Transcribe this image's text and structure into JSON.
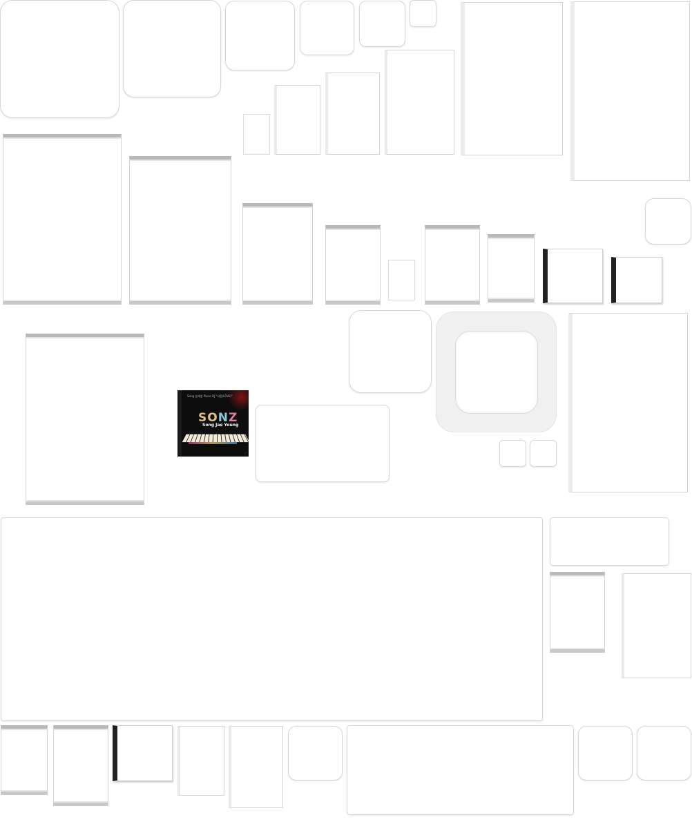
{
  "album": {
    "top_text": "Song 송재영 Piano OJ \"사랑(LOVE)\"",
    "title_s": "SO",
    "title_o": "N",
    "title_z": "Z",
    "subtitle": "Song Jae Young",
    "footer": "♪"
  }
}
